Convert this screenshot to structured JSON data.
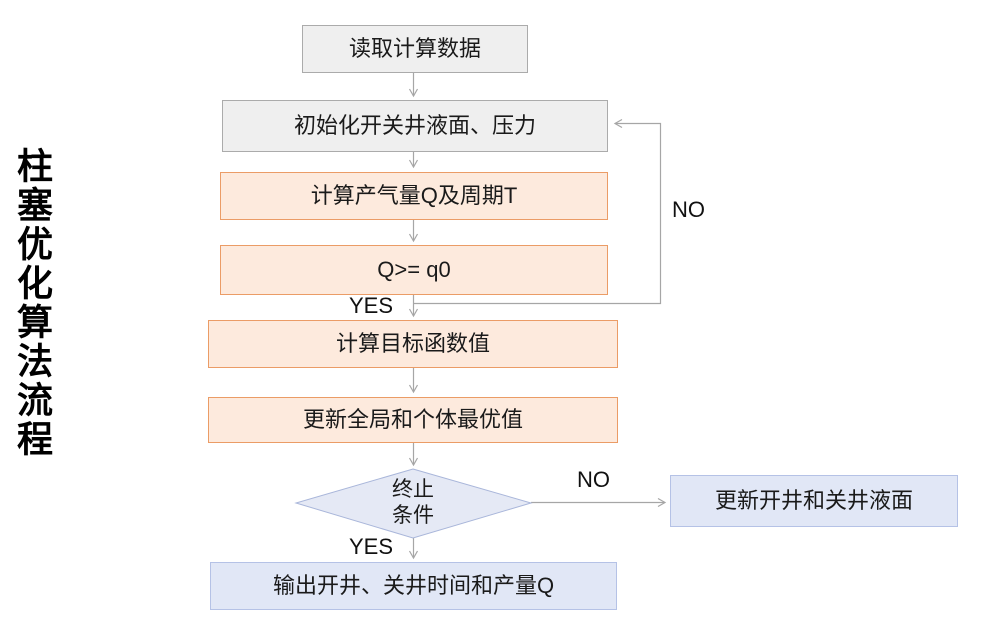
{
  "title": "柱塞优化算法流程",
  "flowchart": {
    "nodes": {
      "read_data": {
        "label": "读取计算数据"
      },
      "initialize": {
        "label": "初始化开关井液面、压力"
      },
      "calc_q_t": {
        "label": "计算产气量Q及周期T"
      },
      "q_check": {
        "label": "Q>= q0"
      },
      "objective": {
        "label": "计算目标函数值"
      },
      "update_best": {
        "label": "更新全局和个体最优值"
      },
      "terminate": {
        "line1": "终止",
        "line2": "条件"
      },
      "update_levels": {
        "label": "更新开井和关井液面"
      },
      "output": {
        "label": "输出开井、关井时间和产量Q"
      }
    },
    "edges": {
      "yes_q_label": "YES",
      "no_loop_label": "NO",
      "no_terminate_label": "NO",
      "yes_terminate_label": "YES"
    },
    "colors": {
      "grey_fill": "#efefef",
      "grey_border": "#ababab",
      "orange_fill": "#fdeadd",
      "orange_border": "#eb9c66",
      "blue_fill": "#e1e7f6",
      "blue_border": "#b5c2e6",
      "diamond_fill": "#e5e9f5",
      "diamond_border": "#a9b6da",
      "connector": "#a6a6a6"
    }
  }
}
